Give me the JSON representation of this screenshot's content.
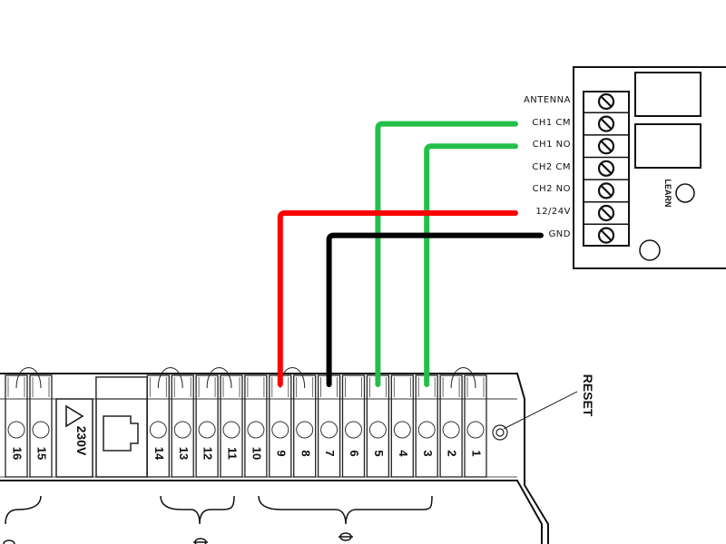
{
  "receiver": {
    "terminals": [
      "ANTENNA",
      "CH1 CM",
      "CH1 NO",
      "CH2 CM",
      "CH2 NO",
      "12/24V",
      "GND"
    ],
    "learn_label": "LEARN"
  },
  "controller": {
    "terminals": [
      "16",
      "15",
      "14",
      "13",
      "12",
      "11",
      "10",
      "9",
      "8",
      "7",
      "6",
      "5",
      "4",
      "3",
      "2",
      "1"
    ],
    "voltage_label": "230V",
    "reset_label": "RESET"
  },
  "wires": [
    {
      "from": "CH1 CM",
      "to": "5",
      "color": "#22c04a"
    },
    {
      "from": "CH1 NO",
      "to": "3",
      "color": "#22c04a"
    },
    {
      "from": "12/24V",
      "to": "9",
      "color": "#ff0000"
    },
    {
      "from": "GND",
      "to": "7",
      "color": "#000000"
    }
  ]
}
